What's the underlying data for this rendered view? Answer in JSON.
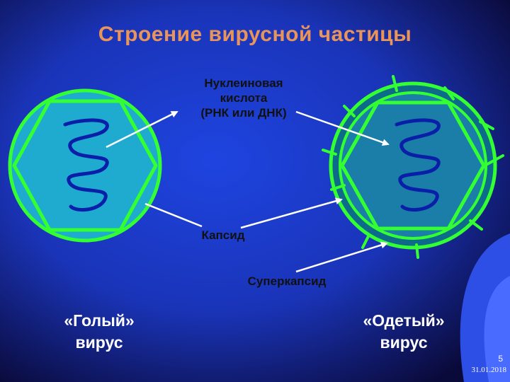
{
  "slide": {
    "title": "Строение вирусной частицы",
    "page_number": "5",
    "date": "31.01.2018"
  },
  "labels": {
    "nucleic_acid_line1": "Нуклеиновая",
    "nucleic_acid_line2": "кислота",
    "nucleic_acid_line3": "(РНК или ДНК)",
    "capsid": "Капсид",
    "supercapsid": "Суперкапсид",
    "naked_virus_line1": "«Голый»",
    "naked_virus_line2": "вирус",
    "enveloped_virus_line1": "«Одетый»",
    "enveloped_virus_line2": "вирус"
  },
  "colors": {
    "background_center": "#1c3fd6",
    "background_edge": "#0a0a3a",
    "corner_band": "#3a5cff",
    "title": "#e8945a",
    "capsid_fill": "#1faad0",
    "capsid_fill_dark": "#1a7ea8",
    "outline_green": "#33ff33",
    "envelope_dark": "#0e6a8a",
    "nucleic_acid": "#0a1fa8",
    "arrow": "#ffffff"
  }
}
